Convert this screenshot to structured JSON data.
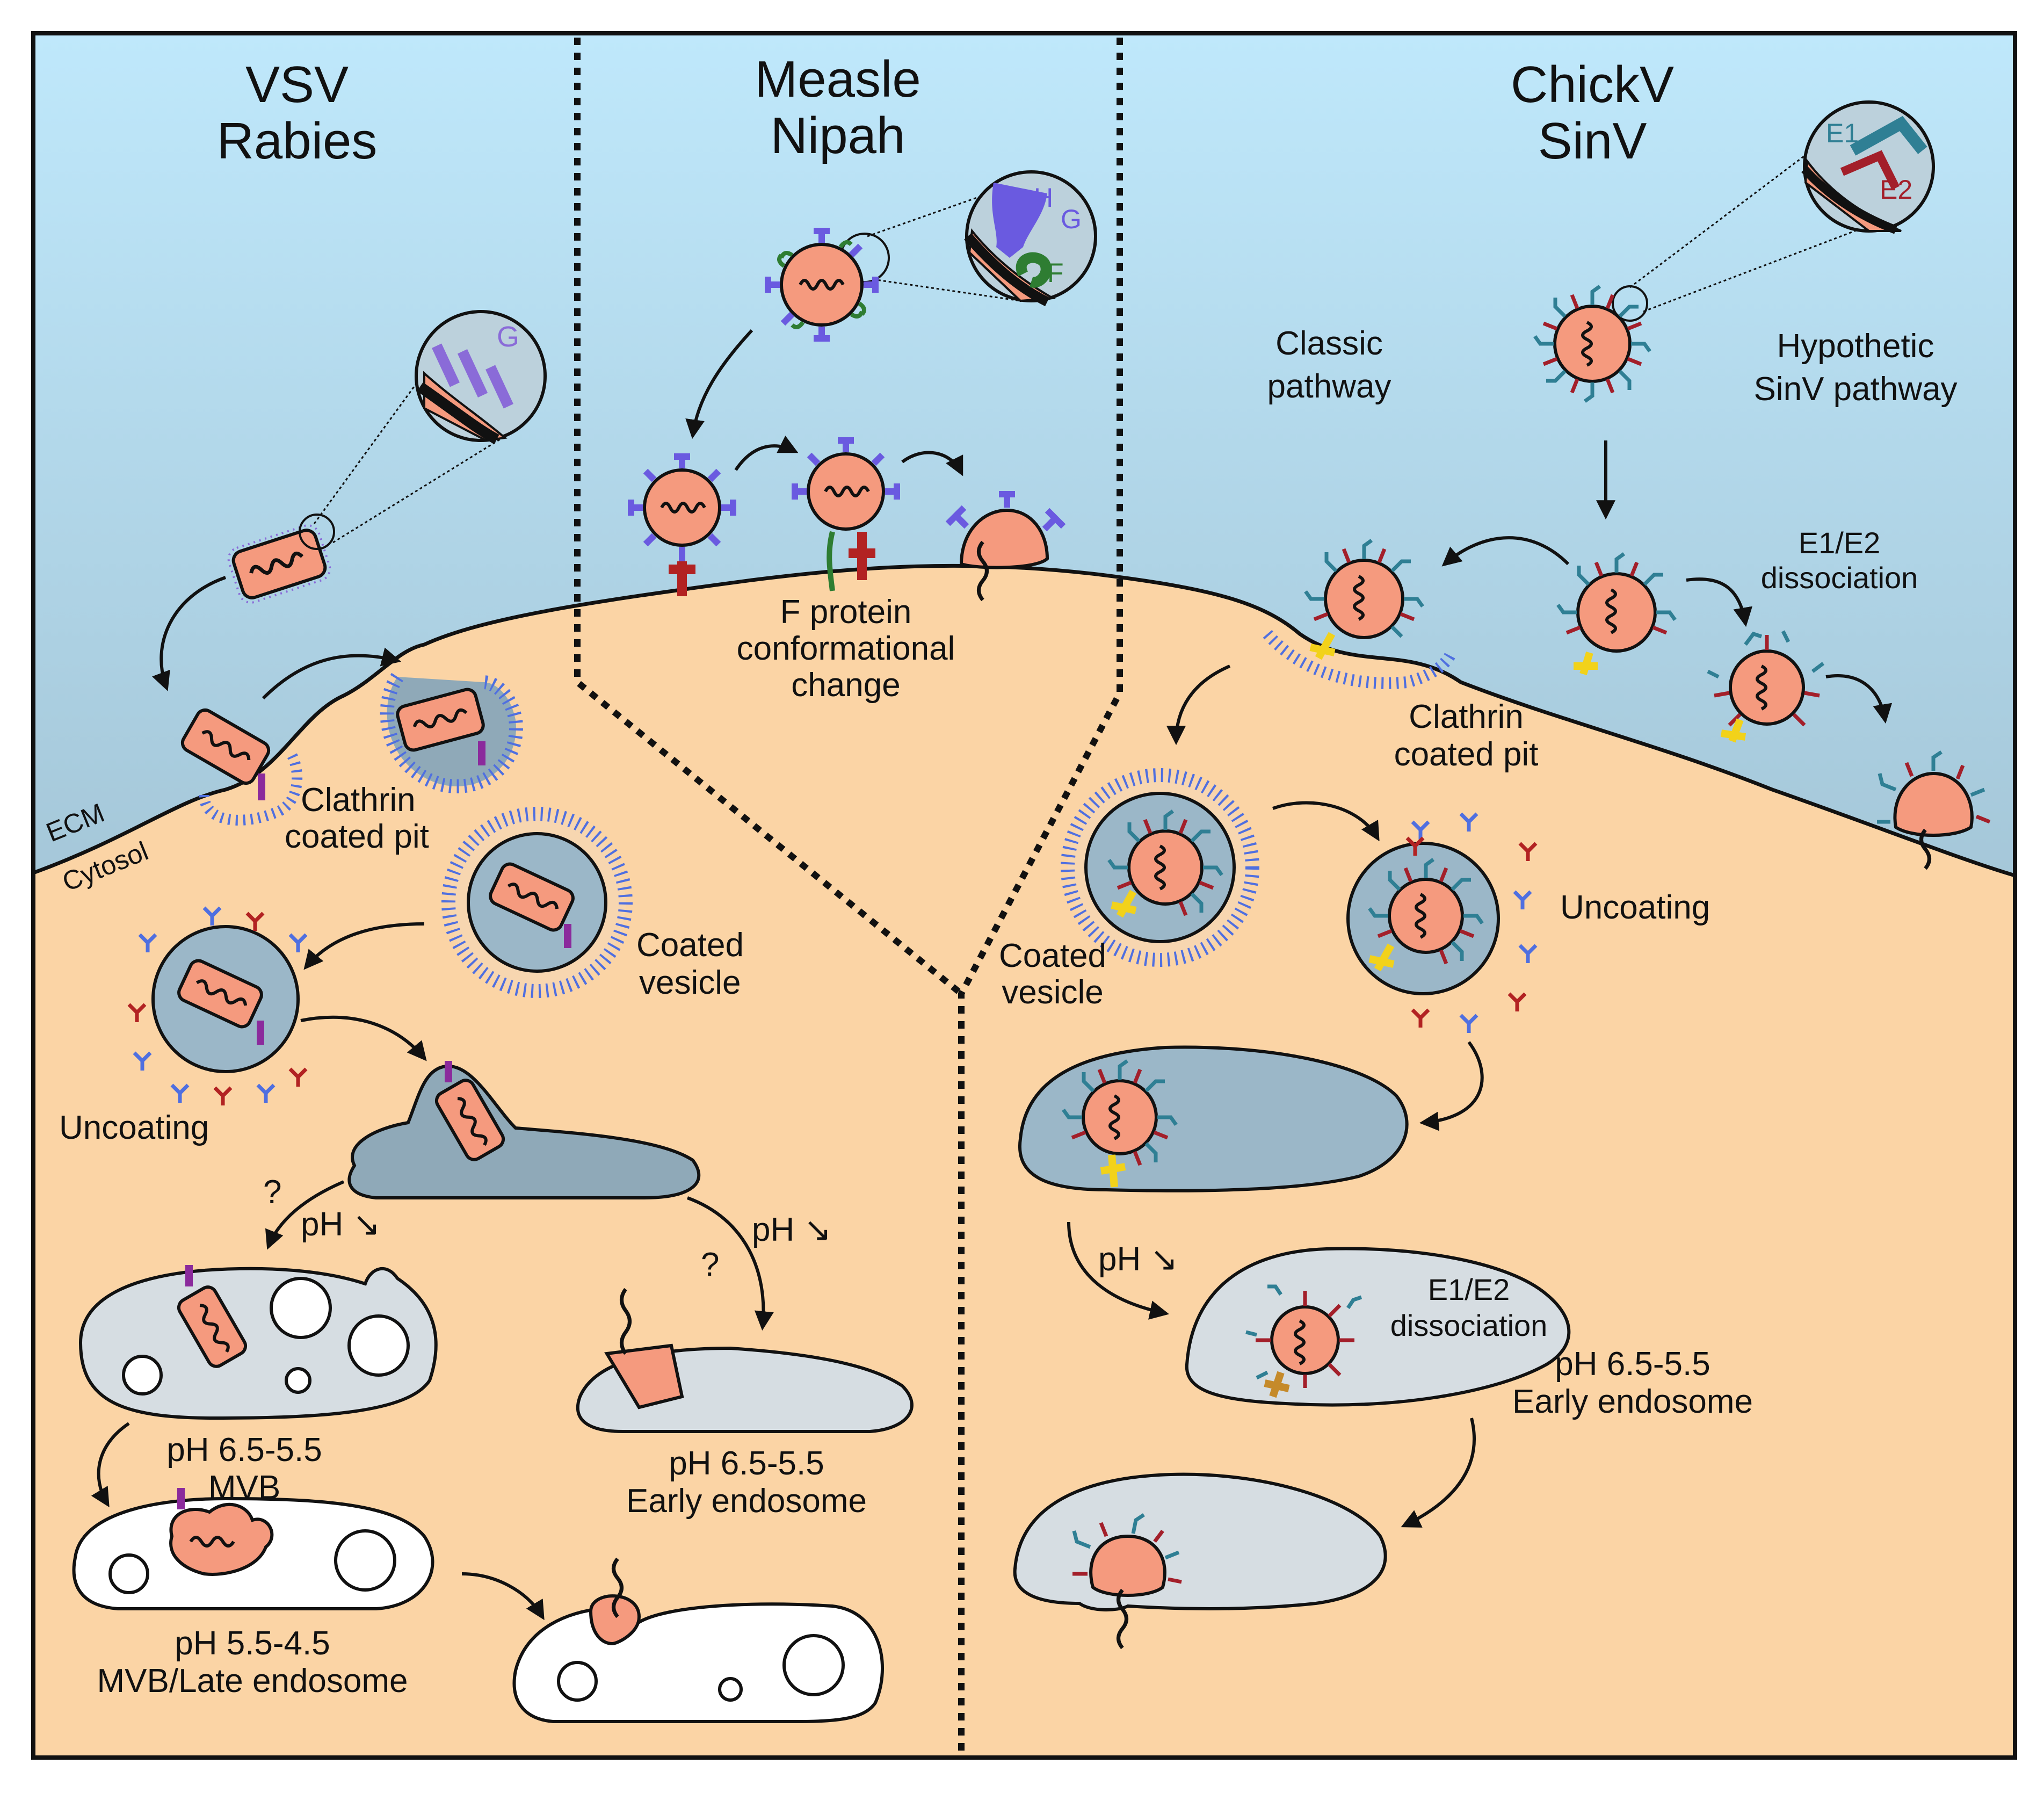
{
  "columns": {
    "vsv": {
      "title_line1": "VSV",
      "title_line2": "Rabies"
    },
    "measles": {
      "title_line1": "Measle",
      "title_line2": "Nipah"
    },
    "chikv": {
      "title_line1": "ChickV",
      "title_line2": "SinV"
    }
  },
  "membrane": {
    "ecm": "ECM",
    "cytosol": "Cytosol"
  },
  "vsv": {
    "glyco_label": "G",
    "clathrin_pit_line1": "Clathrin",
    "clathrin_pit_line2": "coated pit",
    "coated_vesicle_line1": "Coated",
    "coated_vesicle_line2": "vesicle",
    "uncoating": "Uncoating",
    "question_1": "?",
    "question_2": "?",
    "ph_drop_1": "pH ↘",
    "ph_drop_2": "pH ↘",
    "mvb_ph": "pH 6.5-5.5",
    "mvb": "MVB",
    "early_ph": "pH 6.5-5.5",
    "early": "Early endosome",
    "late_ph": "pH 5.5-4.5",
    "late": "MVB/Late endosome"
  },
  "measles": {
    "hg_label_h": "H",
    "hg_label_g": "G",
    "f_label": "F",
    "fprotein_line1": "F protein",
    "fprotein_line2": "conformational",
    "fprotein_line3": "change"
  },
  "chikv": {
    "e1_label": "E1",
    "e2_label": "E2",
    "classic_line1": "Classic",
    "classic_line2": "pathway",
    "hypo_line1": "Hypothetic",
    "hypo_line2": "SinV pathway",
    "dissoc_top_line1": "E1/E2",
    "dissoc_top_line2": "dissociation",
    "clathrin_line1": "Clathrin",
    "clathrin_line2": "coated pit",
    "coated_line1": "Coated",
    "coated_line2": "vesicle",
    "uncoating": "Uncoating",
    "ph_drop": "pH ↘",
    "dissoc_inner_line1": "E1/E2",
    "dissoc_inner_line2": "dissociation",
    "early_ph": "pH 6.5-5.5",
    "early": "Early endosome"
  },
  "colors": {
    "sky_top": "#bfe8fb",
    "sky_bottom": "#8fa9b8",
    "cytosol": "#fbd4a5",
    "virion": "#f59a7e",
    "vesicle_fill": "#9bb7c8",
    "endosome_fill": "#d6dde2",
    "late_fill": "#ffffff",
    "glyco_purple": "#8a6bd8",
    "hprotein": "#6a5ae0",
    "fprotein": "#2e7d32",
    "receptor_red": "#b22222",
    "receptor_yellow": "#f2d21a",
    "e1_teal": "#2f7f94",
    "e2_red": "#a31f2a",
    "clathrin_blue": "#4f6fe0"
  }
}
